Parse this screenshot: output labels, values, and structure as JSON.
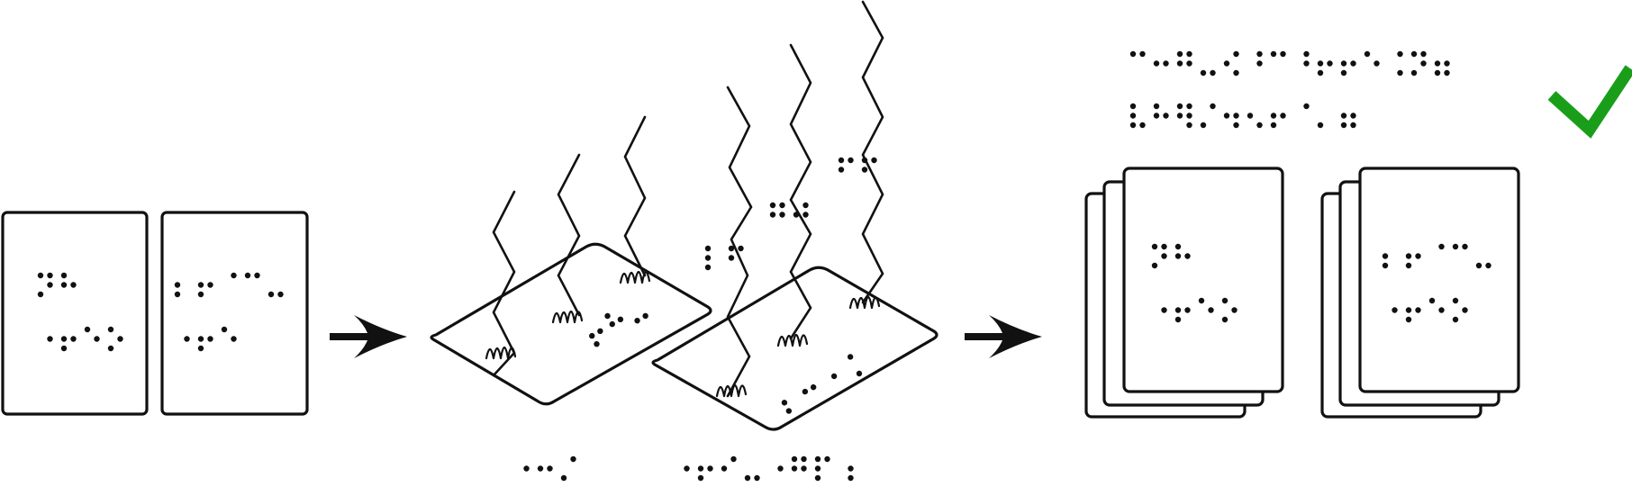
{
  "colors": {
    "ink": "#111111",
    "check": "#1a9e1a",
    "background": "#ffffff"
  },
  "icons": [
    "braille-card",
    "right-arrow",
    "surface-tile",
    "card-stack",
    "check-mark-icon"
  ],
  "braille_lines": {
    "card_a_line1": [
      [
        1,
        3,
        4,
        5
      ],
      [
        1,
        2,
        5
      ]
    ],
    "card_a_line2": [
      [
        5
      ],
      [
        2,
        3,
        5
      ],
      [
        1,
        5
      ],
      [
        1,
        3,
        5
      ]
    ],
    "card_b_line1": [
      [
        2,
        3
      ],
      [
        2,
        3,
        5
      ],
      [
        4
      ],
      [
        1,
        4
      ],
      [
        3,
        6
      ]
    ],
    "card_b_line2": [
      [
        5
      ],
      [
        2,
        3,
        5
      ],
      [
        1,
        5
      ]
    ],
    "under_tiles_1": [
      [
        5
      ],
      [
        2,
        5
      ],
      [
        3,
        4
      ]
    ],
    "under_tiles_2": [
      [
        5
      ],
      [
        2,
        3,
        5
      ],
      [
        2,
        4
      ],
      [
        3,
        6
      ],
      [
        5
      ],
      [
        1,
        2,
        4,
        5
      ],
      [
        1,
        2,
        3,
        4
      ],
      [
        5,
        6
      ]
    ],
    "tile1_text": [
      [
        2,
        3,
        5
      ],
      [
        1,
        2,
        5
      ],
      [
        3,
        6
      ]
    ],
    "tile2_text": [
      [
        2,
        3
      ],
      [
        2,
        5
      ],
      [
        5
      ],
      [
        4,
        6
      ]
    ],
    "float_1": [
      [
        1,
        2,
        3
      ],
      [
        1,
        2,
        4
      ]
    ],
    "float_2": [
      [
        1,
        2,
        4,
        5
      ],
      [
        2,
        4,
        5
      ]
    ],
    "float_3": [
      [
        1,
        2,
        4
      ],
      [
        1,
        2,
        4
      ]
    ],
    "result_line1": [
      [
        1,
        4
      ],
      [
        2,
        5
      ],
      [
        1,
        2,
        4,
        5
      ],
      [
        3,
        6
      ],
      [
        2,
        4,
        6
      ],
      [
        4,
        5
      ],
      [
        1,
        4
      ],
      [
        4,
        5
      ],
      [
        2,
        3,
        5
      ],
      [
        2,
        3,
        5
      ],
      [
        1,
        5
      ],
      [
        4,
        6
      ],
      [
        1,
        3,
        4,
        5
      ],
      [
        2,
        3,
        5,
        6
      ]
    ],
    "result_line2": [
      [
        1,
        2,
        3,
        6
      ],
      [
        1,
        2,
        5
      ],
      [
        1,
        2,
        4,
        5,
        6
      ],
      [
        3,
        4
      ],
      [
        2,
        5,
        6
      ],
      [
        2,
        6
      ],
      [
        2,
        3,
        5
      ],
      [
        4
      ],
      [
        3
      ],
      [
        2,
        3,
        5,
        6
      ]
    ],
    "stack1_line1": [
      [
        1,
        3,
        4,
        5
      ],
      [
        1,
        2,
        5
      ]
    ],
    "stack1_line2": [
      [
        5
      ],
      [
        2,
        3,
        5
      ],
      [
        1,
        5
      ],
      [
        1,
        3,
        5
      ]
    ],
    "stack2_line1": [
      [
        2,
        3
      ],
      [
        2,
        3,
        5
      ],
      [
        4
      ],
      [
        1,
        4
      ],
      [
        3,
        6
      ]
    ],
    "stack2_line2": [
      [
        5
      ],
      [
        2,
        3,
        5
      ],
      [
        1,
        5
      ],
      [
        1,
        3,
        5
      ]
    ]
  }
}
